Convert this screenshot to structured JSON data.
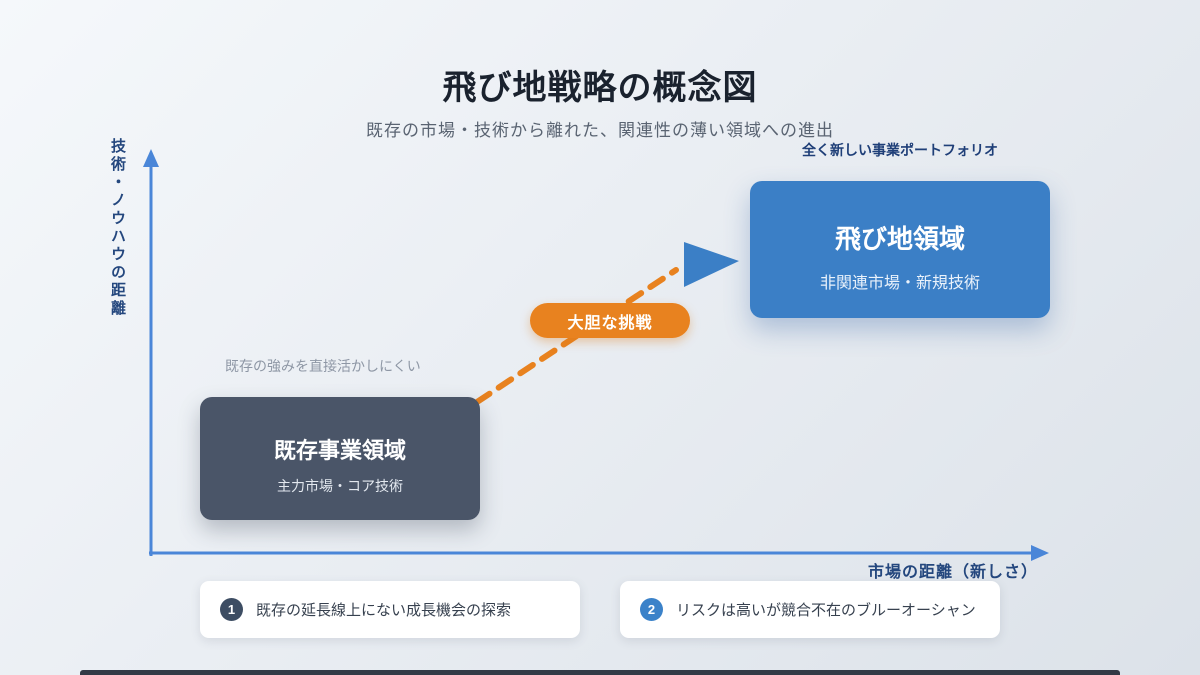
{
  "header": {
    "title": "飛び地戦略の概念図",
    "subtitle": "既存の市場・技術から離れた、関連性の薄い領域への進出"
  },
  "chart": {
    "y_axis_label": "技術・ノウハウの距離",
    "x_axis_label": "市場の距離（新しさ）",
    "existing_box": {
      "title": "既存事業領域",
      "subtitle": "主力市場・コア技術",
      "note": "既存の強みを直接活かしにくい"
    },
    "enclave_box": {
      "title": "飛び地領域",
      "subtitle": "非関連市場・新規技術",
      "caption": "全く新しい事業ポートフォリオ"
    },
    "arrow_label": "大胆な挑戦"
  },
  "footer_cards": [
    {
      "badge": "1",
      "text": "既存の延長線上にない成長機会の探索"
    },
    {
      "badge": "2",
      "text": "リスクは高いが競合不在のブルーオーシャン"
    }
  ],
  "colors": {
    "axis_blue": "#4a86d8",
    "existing_box": "#4a5568",
    "enclave_box": "#3b7fc6",
    "arrow_orange": "#e8821f",
    "navy_text": "#24477e",
    "badge1": "#3d4d63",
    "badge2": "#3b82c9"
  }
}
